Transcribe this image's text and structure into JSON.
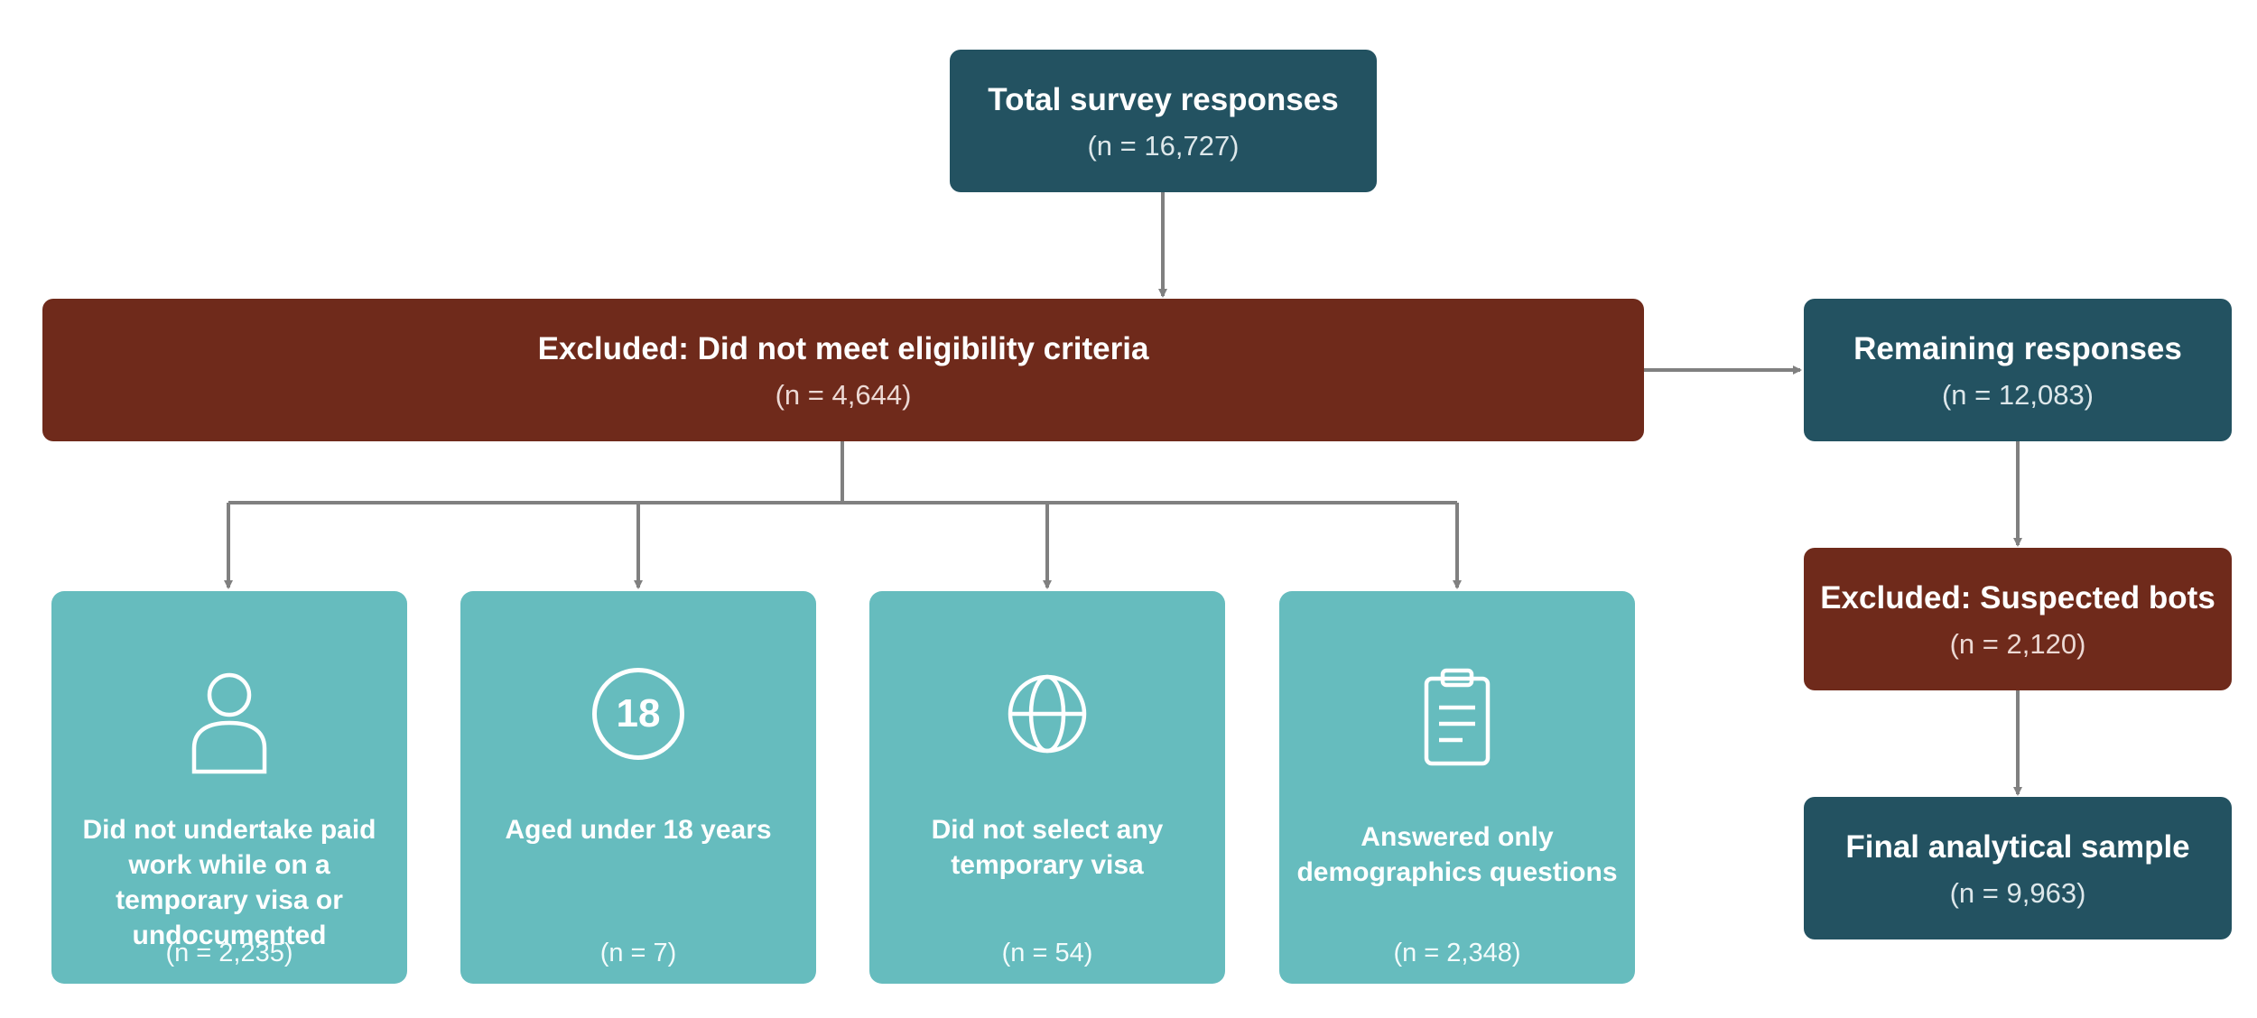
{
  "colors": {
    "dark_box": "#235261",
    "excluded_box": "#6f2a1b",
    "reason_box": "#66bcbe",
    "connector": "#808080"
  },
  "top": {
    "title": "Total survey responses",
    "count": "(n = 16,727)"
  },
  "excluded_eligibility": {
    "title": "Excluded: Did not meet eligibility criteria",
    "count": "(n = 4,644)"
  },
  "remaining": {
    "title": "Remaining responses",
    "count": "(n = 12,083)"
  },
  "excluded_bots": {
    "title": "Excluded: Suspected bots",
    "count": "(n = 2,120)"
  },
  "final": {
    "title": "Final analytical sample",
    "count": "(n = 9,963)"
  },
  "reasons": [
    {
      "icon": "person-icon",
      "title": "Did not undertake paid work while on a temporary visa or undocumented",
      "count": "(n = 2,235)"
    },
    {
      "icon": "age-18-icon",
      "icon_text": "18",
      "title": "Aged under 18 years",
      "count": "(n = 7)"
    },
    {
      "icon": "globe-icon",
      "title": "Did not select any temporary visa",
      "count": "(n = 54)"
    },
    {
      "icon": "clipboard-icon",
      "title": "Answered only demographics questions",
      "count": "(n = 2,348)"
    }
  ]
}
